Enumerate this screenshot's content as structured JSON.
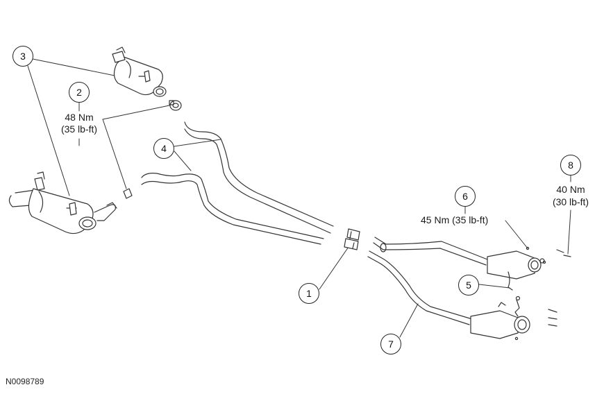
{
  "figure_id": "N0098789",
  "callouts": {
    "c1": "1",
    "c2": "2",
    "c3": "3",
    "c4": "4",
    "c5": "5",
    "c6": "6",
    "c7": "7",
    "c8": "8"
  },
  "torques": {
    "t2_nm": "48 Nm",
    "t2_lbft": "(35 lb-ft)",
    "t6": "45 Nm (35 lb-ft)",
    "t8_nm": "40 Nm",
    "t8_lbft": "(30 lb-ft)"
  }
}
